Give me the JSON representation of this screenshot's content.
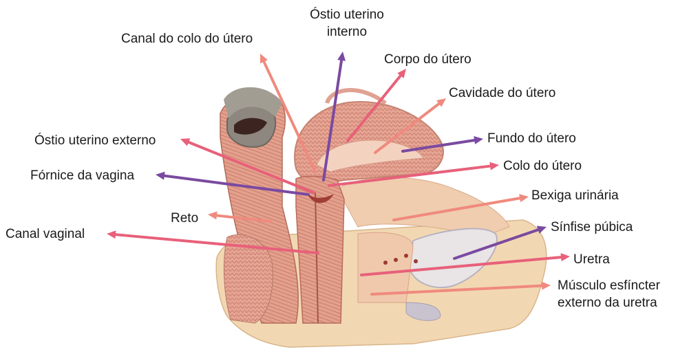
{
  "colors": {
    "salmon_arrow": "#f08a7e",
    "pink_arrow": "#e8607a",
    "purple_arrow": "#7a4aa0",
    "tissue_base": "#f3d9b5",
    "tissue_pink": "#e9b3a0",
    "muscle_red": "#c77a6e",
    "rectum_gray": "#8f8a82"
  },
  "labels": {
    "canal_colo": "Canal do colo do útero",
    "ostio_interno_1": "Óstio uterino",
    "ostio_interno_2": "interno",
    "corpo": "Corpo do útero",
    "cavidade": "Cavidade do útero",
    "fundo": "Fundo do útero",
    "ostio_externo": "Óstio uterino externo",
    "colo": "Colo do útero",
    "fornice": "Fórnice da vagina",
    "bexiga": "Bexiga urinária",
    "reto": "Reto",
    "sinfise": "Sínfise púbica",
    "canal_vaginal": "Canal vaginal",
    "uretra": "Uretra",
    "musculo_1": "Músculo esfíncter",
    "musculo_2": "externo da uretra"
  },
  "arrows": [
    {
      "name": "canal-colo-arrow",
      "color": "salmon_arrow"
    },
    {
      "name": "ostio-interno-arrow",
      "color": "purple_arrow"
    },
    {
      "name": "corpo-arrow",
      "color": "pink_arrow"
    },
    {
      "name": "cavidade-arrow",
      "color": "salmon_arrow"
    },
    {
      "name": "fundo-arrow",
      "color": "purple_arrow"
    },
    {
      "name": "ostio-externo-arrow",
      "color": "pink_arrow"
    },
    {
      "name": "colo-arrow",
      "color": "pink_arrow"
    },
    {
      "name": "fornice-arrow",
      "color": "purple_arrow"
    },
    {
      "name": "bexiga-arrow",
      "color": "salmon_arrow"
    },
    {
      "name": "reto-arrow",
      "color": "salmon_arrow"
    },
    {
      "name": "sinfise-arrow",
      "color": "purple_arrow"
    },
    {
      "name": "canal-vaginal-arrow",
      "color": "pink_arrow"
    },
    {
      "name": "uretra-arrow",
      "color": "pink_arrow"
    },
    {
      "name": "musculo-arrow",
      "color": "salmon_arrow"
    }
  ]
}
